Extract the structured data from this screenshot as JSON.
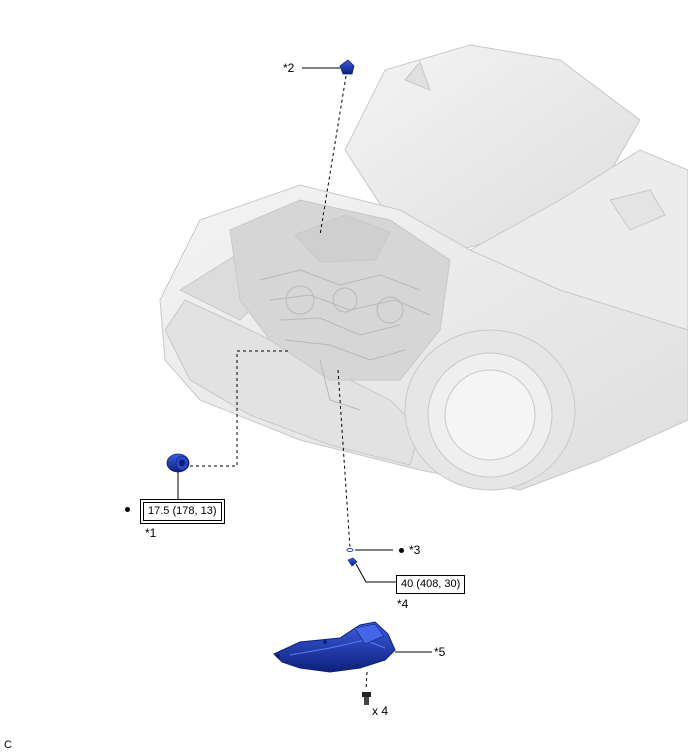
{
  "callouts": {
    "c1": "*1",
    "c2": "*2",
    "c3": "*3",
    "c4": "*4",
    "c5": "*5"
  },
  "torque": {
    "t1": "17.5 (178, 13)",
    "t2": "40 (408, 30)"
  },
  "quantity": "x 4",
  "corner_mark": "C",
  "colors": {
    "part_blue": "#1f3fbf",
    "part_blue_dark": "#0d1f7a",
    "vehicle_gray": "#e9e9e9",
    "line": "#000000"
  }
}
